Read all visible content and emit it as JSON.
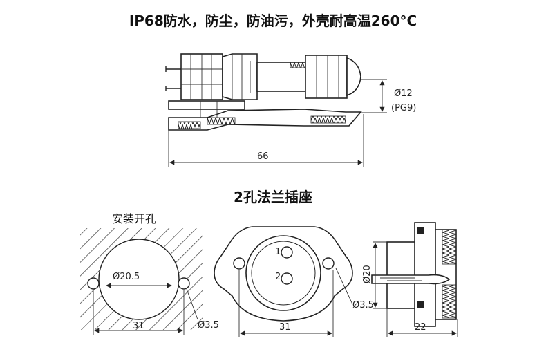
{
  "header": {
    "title": "IP68防水，防尘，防油污，外壳耐高温260°C",
    "section_title": "2孔法兰插座",
    "cutout_label": "安装开孔"
  },
  "dimensions": {
    "diameter_12": "Ø12",
    "pg9": "(PG9)",
    "length_66": "66",
    "cutout_diameter": "Ø20.5",
    "cutout_width": "31",
    "cutout_hole": "Ø3.5",
    "flange_width": "31",
    "flange_hole": "Ø3.5",
    "side_diameter": "Ø20",
    "side_length": "22"
  },
  "pins": {
    "pin_1": "1",
    "pin_2": "2"
  }
}
